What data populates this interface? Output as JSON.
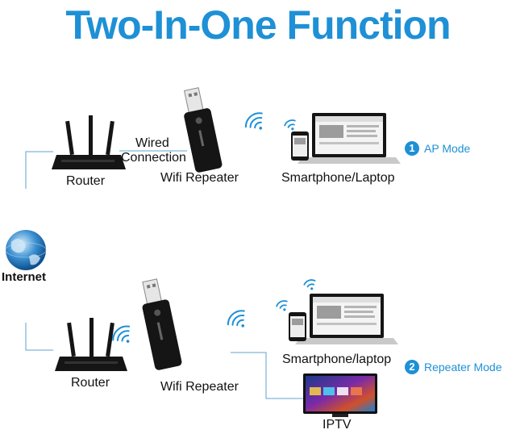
{
  "title": "Two-In-One Function",
  "colors": {
    "accent": "#1e90d6",
    "line": "#7fb8d8",
    "device": "#151515"
  },
  "top_section": {
    "router_label": "Router",
    "wired_label_line1": "Wired",
    "wired_label_line2": "Connection",
    "repeater_label": "Wifi Repeater",
    "clients_label": "Smartphone/Laptop",
    "mode_number": "1",
    "mode_label": "AP Mode"
  },
  "internet_label": "Internet",
  "bottom_section": {
    "router_label": "Router",
    "repeater_label": "Wifi Repeater",
    "clients_label": "Smartphone/laptop",
    "mode_number": "2",
    "mode_label": "Repeater Mode",
    "tv_label": "IPTV"
  },
  "icons": [
    "router-icon",
    "usb-repeater-icon",
    "wifi-signal-icon",
    "laptop-icon",
    "smartphone-icon",
    "globe-icon",
    "tv-icon"
  ]
}
